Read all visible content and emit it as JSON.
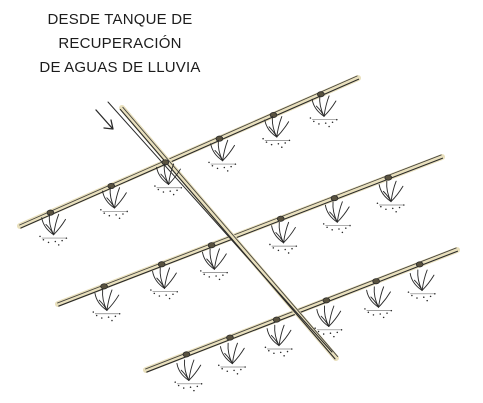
{
  "title": {
    "lines": [
      "DESDE TANQUE DE",
      "RECUPERACIÓN",
      "DE AGUAS DE LLUVIA"
    ]
  },
  "colors": {
    "pipe_fill": "#e9e0bd",
    "ink": "#2a2a2a",
    "background": "#ffffff"
  },
  "icons": [
    "flow-arrow-icon",
    "drip-emitter-icon",
    "plant-sprout-icon"
  ]
}
